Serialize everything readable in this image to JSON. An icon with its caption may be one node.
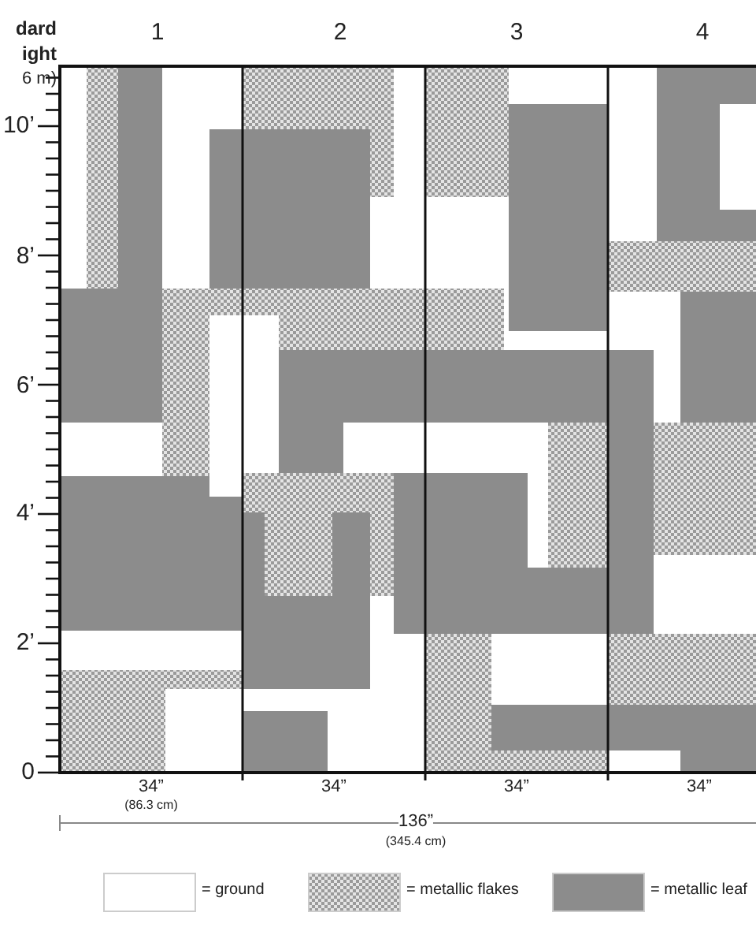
{
  "diagram": {
    "labels": [
      "dard",
      "1",
      "2",
      "3",
      "4",
      "ight",
      "6 m)",
      "10’",
      "8’",
      "6’",
      "4’",
      "2’",
      "0",
      "34”",
      "34”",
      "34”",
      "34”",
      "(86.3 cm)",
      "136”",
      "(345.4 cm)"
    ],
    "legend": [
      {
        "text": "= ground",
        "color": "#ffffff"
      },
      {
        "text": "= metallic flakes"
      },
      {
        "text": "= metallic leaf",
        "color": "#8c8c8c"
      }
    ]
  }
}
